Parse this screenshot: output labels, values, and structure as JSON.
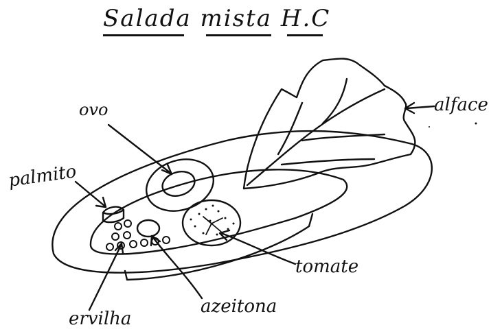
{
  "title": "Salada mista H.C",
  "labels": {
    "ovo": "ovo",
    "alface": "alface",
    "palmito": "palmito",
    "tomate": "tomate",
    "azeitona": "azeitona",
    "ervilha": "ervilha"
  },
  "colors": {
    "ink": "#111111",
    "paper": "#ffffff"
  }
}
